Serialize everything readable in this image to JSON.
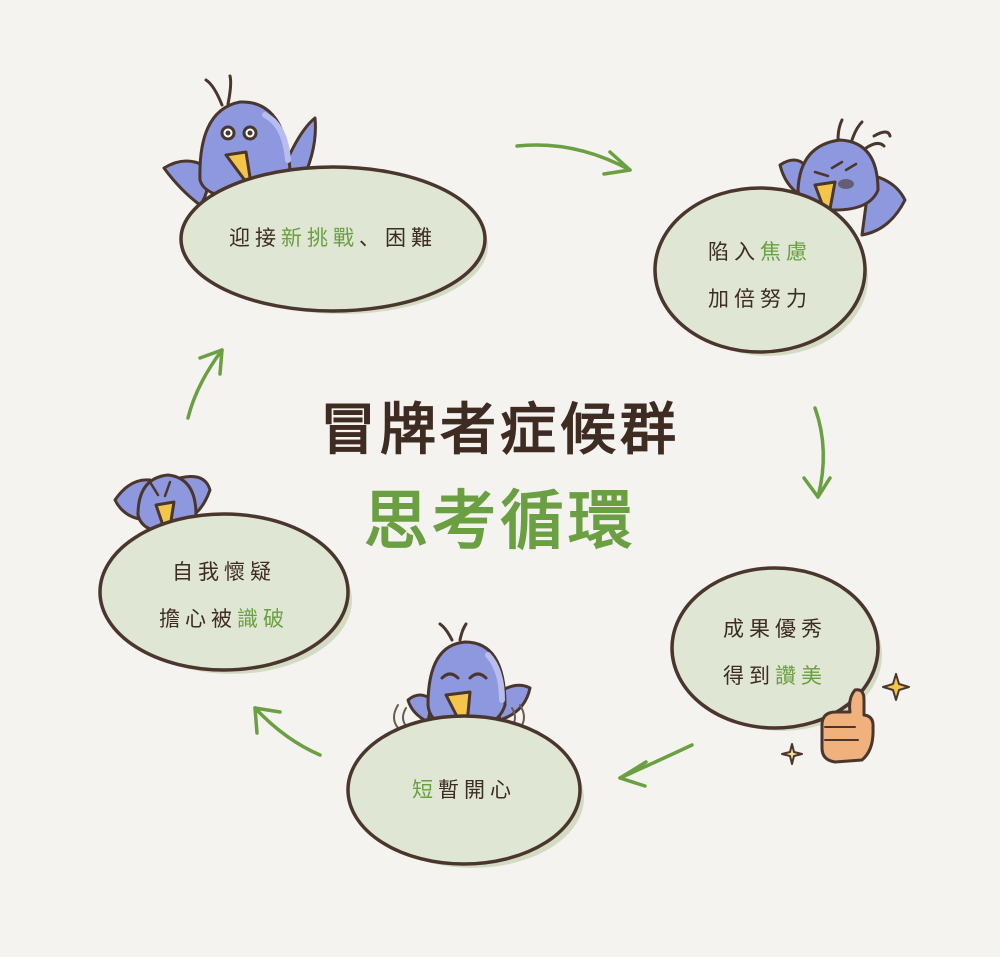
{
  "title": {
    "line1": "冒牌者症候群",
    "line2": "思考循環"
  },
  "colors": {
    "background": "#f4f3ef",
    "bubble_fill": "#dfe6d3",
    "bubble_shadow": "#d3dcc2",
    "outline": "#4a362c",
    "accent_green": "#6aa042",
    "bird_blue": "#8e98de",
    "bird_shadow": "#b7bdee",
    "beak_yellow": "#f3c54b"
  },
  "cycle": [
    {
      "id": "challenge",
      "lines": [
        {
          "pre": "迎接",
          "hl": "新挑戰",
          "post": "、困難"
        }
      ]
    },
    {
      "id": "anxiety",
      "lines": [
        {
          "pre": "陷入",
          "hl": "焦慮",
          "post": ""
        },
        {
          "pre": "加倍努力",
          "hl": "",
          "post": ""
        }
      ]
    },
    {
      "id": "praise",
      "lines": [
        {
          "pre": "成果優秀",
          "hl": "",
          "post": ""
        },
        {
          "pre": "得到",
          "hl": "讚美",
          "post": ""
        }
      ]
    },
    {
      "id": "happy",
      "lines": [
        {
          "pre": "",
          "hl": "短",
          "post": "暫開心"
        }
      ]
    },
    {
      "id": "doubt",
      "lines": [
        {
          "pre": "自我懷疑",
          "hl": "",
          "post": ""
        },
        {
          "pre": "擔心被",
          "hl": "識破",
          "post": ""
        }
      ]
    }
  ],
  "icons": {
    "birds": [
      "bird-surprised-icon",
      "bird-worried-icon",
      "bird-happy-icon",
      "bird-despair-icon"
    ],
    "extras": [
      "thumbs-up-icon",
      "sparkle-icon",
      "sweat-marks-icon"
    ],
    "arrows": [
      "arrow-right-icon",
      "arrow-down-icon",
      "arrow-down-left-icon",
      "arrow-left-icon",
      "arrow-up-icon"
    ]
  }
}
